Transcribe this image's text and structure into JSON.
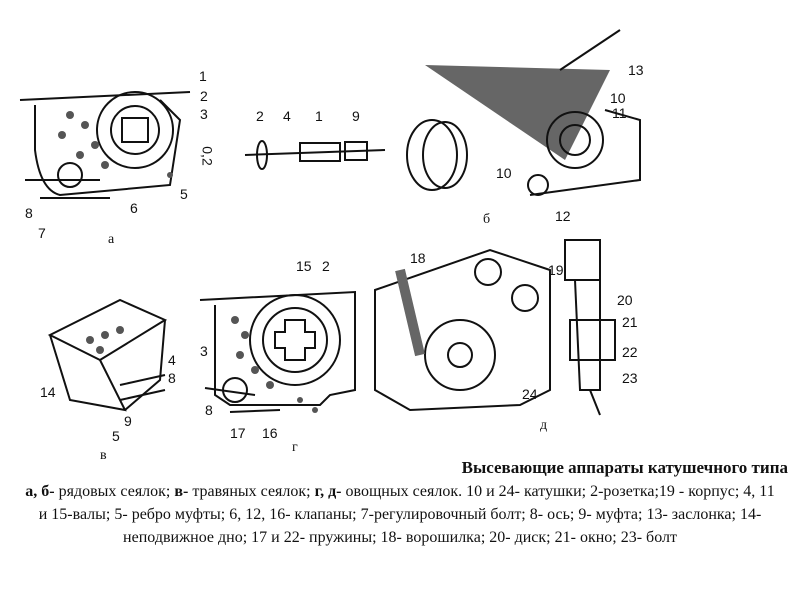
{
  "figure": {
    "labels_a": [
      "1",
      "2",
      "3",
      "0,2",
      "5",
      "6",
      "7",
      "8"
    ],
    "labels_shaft": [
      "2",
      "4",
      "1",
      "9"
    ],
    "labels_b": [
      "13",
      "10",
      "11",
      "10",
      "12"
    ],
    "labels_v": [
      "4",
      "8",
      "14",
      "9",
      "5"
    ],
    "labels_g": [
      "15",
      "2",
      "3",
      "8",
      "17",
      "16"
    ],
    "labels_d": [
      "18",
      "19",
      "20",
      "21",
      "22",
      "23",
      "24"
    ],
    "sub_a": "а",
    "sub_b": "б",
    "sub_v": "в",
    "sub_g": "г",
    "sub_d": "д"
  },
  "caption": {
    "title": "Высевающие аппараты катушечного типа",
    "p1b": "а, б-",
    "p1": " рядовых сеялок; ",
    "p2b": "в-",
    "p2": " травяных сеялок; ",
    "p3b": "г, д-",
    "p3": " овощных сеялок. 10 и 24- катушки; 2-розетка;19 - корпус; 4, 11 и 15-валы; 5- ребро муфты; 6, 12, 16- клапаны; 7-регулировочный болт; 8- ось; 9- муфта; 13- заслонка; 14- неподвижное дно; 17 и 22- пружины; 18- ворошилка; 20- диск; 21- окно; 23- болт"
  }
}
